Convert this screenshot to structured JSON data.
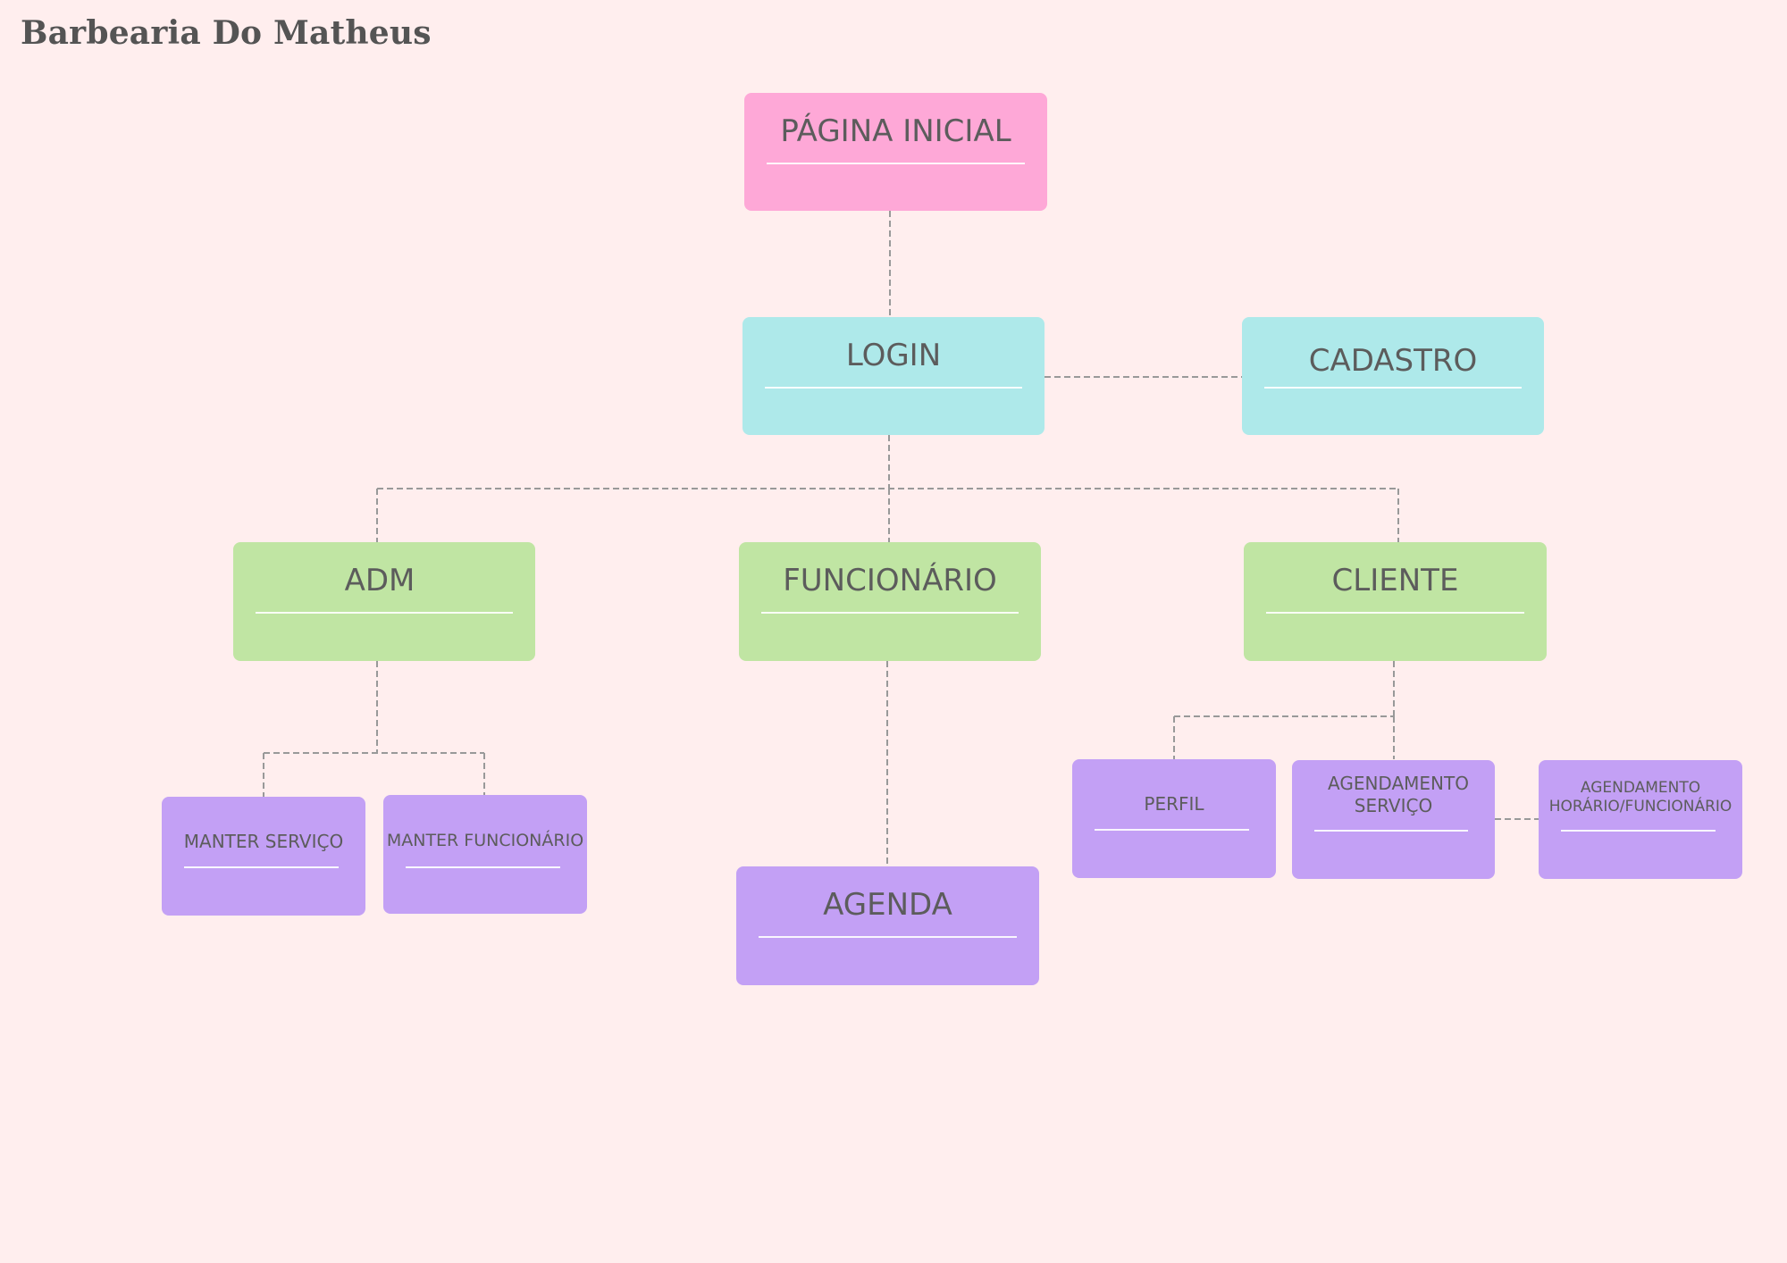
{
  "title": "Barbearia Do Matheus",
  "nodes": {
    "pagina_inicial": "PÁGINA INICIAL",
    "login": "LOGIN",
    "cadastro": "CADASTRO",
    "adm": "ADM",
    "funcionario": "FUNCIONÁRIO",
    "cliente": "CLIENTE",
    "manter_servico": "MANTER SERVIÇO",
    "manter_funcionario": "MANTER FUNCIONÁRIO",
    "agenda": "AGENDA",
    "perfil": "PERFIL",
    "agendamento_servico": "AGENDAMENTO SERVIÇO",
    "agendamento_horario": "AGENDAMENTO HORÁRIO/FUNCIONÁRIO"
  },
  "colors": {
    "background": "#ffeeee",
    "pink": "#fea8d7",
    "cyan": "#aee9ea",
    "green": "#c0e5a3",
    "purple": "#c3a0f5",
    "connector": "#999999"
  }
}
